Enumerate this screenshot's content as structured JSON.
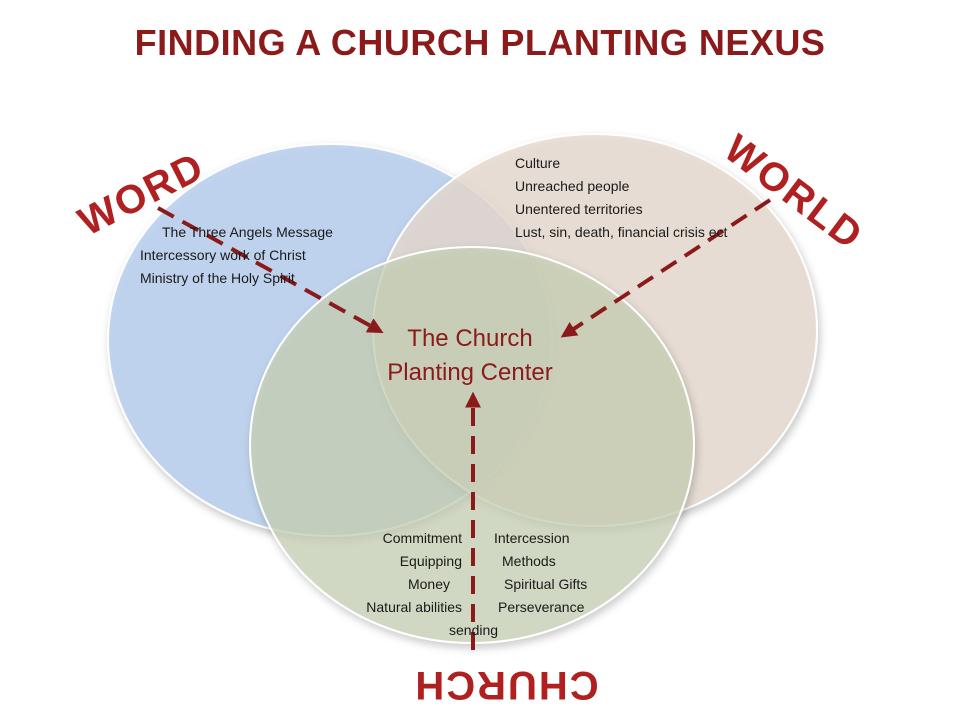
{
  "title": "FINDING A CHURCH PLANTING NEXUS",
  "labels": {
    "word": "WORD",
    "world": "WORLD",
    "church": "CHURCH"
  },
  "center": {
    "line1": "The Church",
    "line2": "Planting Center"
  },
  "word_items": [
    "The Three Angels Message",
    "Intercessory work of Christ",
    "Ministry of the Holy Spirit"
  ],
  "world_items": [
    "Culture",
    "Unreached people",
    "Unentered territories",
    "Lust, sin, death, financial crisis ect"
  ],
  "church_items": {
    "left": [
      "Commitment",
      "Equipping",
      "Money",
      "Natural abilities"
    ],
    "right": [
      "Intercession",
      "Methods",
      "Spiritual Gifts",
      "Perseverance"
    ],
    "last": "sending"
  },
  "colors": {
    "title": "#8b1a1a",
    "word_circle": "#b9cfee",
    "world_circle": "#e6d9cf",
    "church_circle": "#c9d1b5",
    "arrow": "#8b1a1a",
    "label_fill": "#b02020"
  }
}
